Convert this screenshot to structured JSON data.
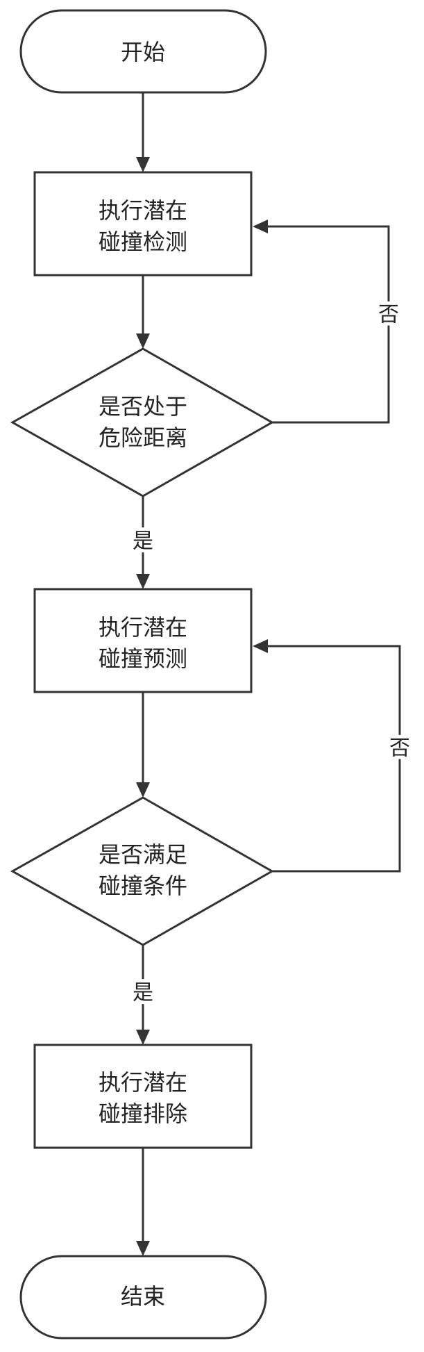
{
  "nodes": {
    "start": {
      "text": "开始"
    },
    "detect": {
      "line1": "执行潜在",
      "line2": "碰撞检测"
    },
    "danger_decision": {
      "line1": "是否处于",
      "line2": "危险距离"
    },
    "predict": {
      "line1": "执行潜在",
      "line2": "碰撞预测"
    },
    "condition_decision": {
      "line1": "是否满足",
      "line2": "碰撞条件"
    },
    "exclude": {
      "line1": "执行潜在",
      "line2": "碰撞排除"
    },
    "end": {
      "text": "结束"
    }
  },
  "edges": {
    "danger_yes": "是",
    "danger_no": "否",
    "condition_yes": "是",
    "condition_no": "否"
  },
  "colors": {
    "stroke": "#333333",
    "text": "#222222",
    "background": "#ffffff"
  }
}
